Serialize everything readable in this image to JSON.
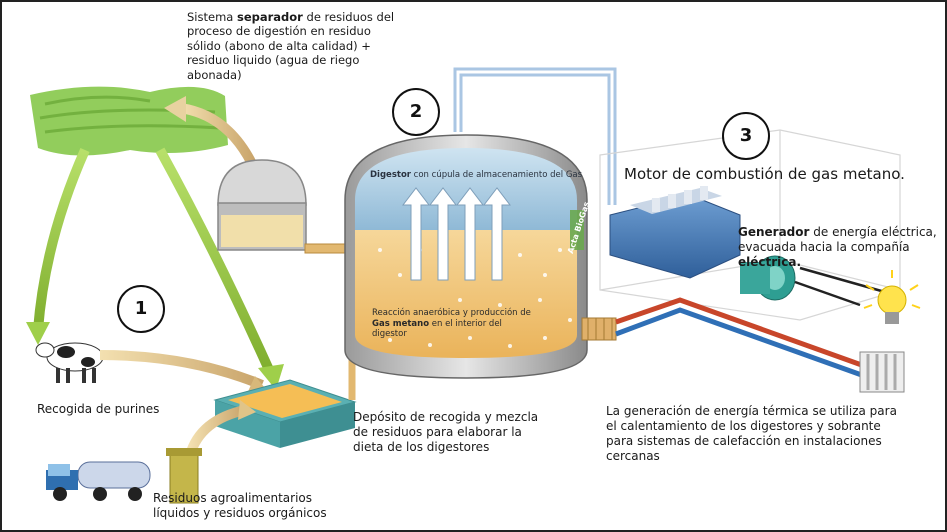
{
  "steps": {
    "one": "1",
    "two": "2",
    "three": "3"
  },
  "separator": {
    "pre": "Sistema ",
    "bold": "separador",
    "rest": " de residuos del proceso de digestión en residuo sólido (abono de alta calidad) + residuo liquido (agua de riego abonada)"
  },
  "digestor": {
    "bold": "Digestor",
    "rest": " con cúpula de almacenamiento del Gas"
  },
  "reaction": {
    "pre": "Reacción anaeróbica y producción de ",
    "bold": "Gas metano",
    "rest": " en el interior del digestor"
  },
  "tank_brand": "Acta BioGas",
  "motor": "Motor de combustión de gas metano.",
  "generator": {
    "bold": "Generador",
    "mid": " de energía eléctrica, evacuada hacia la compañía ",
    "bold2": "eléctrica."
  },
  "purines": "Recogida de purines",
  "deposit": "Depósito de recogida y mezcla de residuos para elaborar la dieta de los digestores",
  "thermal": "La generación de energía térmica se utiliza para el calentamiento de los digestores y sobrante para sistemas de calefacción en instalaciones cercanas",
  "residues": "Residuos agroalimentarios líquidos y residuos orgánicos",
  "colors": {
    "field": "#7fc241",
    "tank_liquid": "#f0c070",
    "dome": "#a9cde3",
    "frame": "#222222",
    "pipe_blue": "#2f6fb6",
    "pipe_red": "#c8462a"
  }
}
